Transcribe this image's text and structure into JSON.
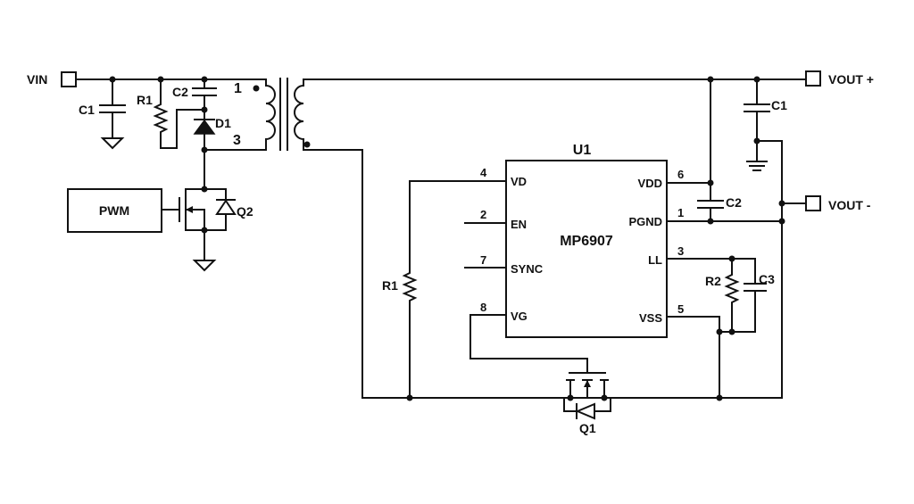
{
  "terminals": {
    "vin": "VIN",
    "vout_pos": "VOUT +",
    "vout_neg": "VOUT -"
  },
  "components": {
    "c1_in": "C1",
    "r1_snub": "R1",
    "c2_snub": "C2",
    "d1": "D1",
    "q2": "Q2",
    "pwm": "PWM",
    "c1_out": "C1",
    "c2_out": "C2",
    "r1_vd": "R1",
    "r2": "R2",
    "c3": "C3",
    "q1": "Q1"
  },
  "transformer": {
    "pin_top": "1",
    "pin_bottom": "3"
  },
  "ic": {
    "ref": "U1",
    "part": "MP6907",
    "left_pins": [
      {
        "num": "4",
        "name": "VD"
      },
      {
        "num": "2",
        "name": "EN"
      },
      {
        "num": "7",
        "name": "SYNC"
      },
      {
        "num": "8",
        "name": "VG"
      }
    ],
    "right_pins": [
      {
        "num": "6",
        "name": "VDD"
      },
      {
        "num": "1",
        "name": "PGND"
      },
      {
        "num": "3",
        "name": "LL"
      },
      {
        "num": "5",
        "name": "VSS"
      }
    ]
  }
}
